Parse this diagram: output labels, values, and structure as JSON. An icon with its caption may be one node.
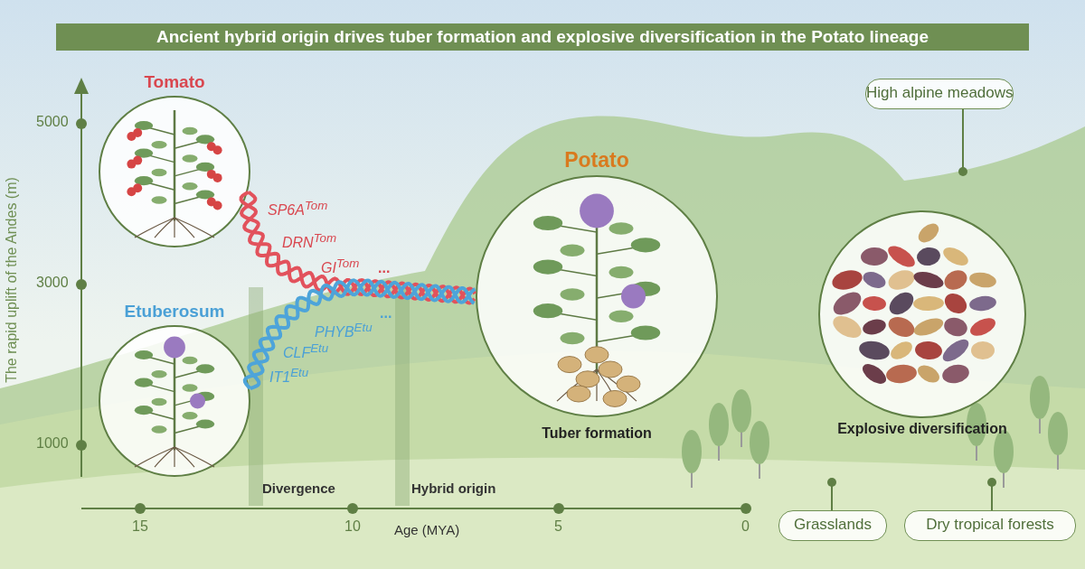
{
  "diagram": {
    "title": "Ancient hybrid origin drives tuber formation and explosive diversification in the Potato lineage",
    "nodes": [
      {
        "text": [
          "Tomato"
        ]
      },
      {
        "text": [
          "Etuberosum"
        ]
      },
      {
        "text": [
          "Potato",
          "Tuber formation"
        ]
      },
      {
        "text": [
          "Explosive diversification"
        ]
      },
      {
        "text": [
          "High alpine meadows"
        ]
      },
      {
        "text": [
          "Grasslands"
        ]
      },
      {
        "text": [
          "Dry tropical forests"
        ]
      }
    ],
    "edges": [
      {
        "from": 0,
        "to": 2,
        "arrow": "none",
        "style": "thick",
        "color": "#e2525c"
      },
      {
        "from": 1,
        "to": 2,
        "arrow": "none",
        "style": "thick",
        "color": "#4da4da"
      },
      {
        "from": 4,
        "to": null,
        "arrow": "other"
      },
      {
        "from": 5,
        "to": null,
        "arrow": "other"
      },
      {
        "from": 6,
        "to": null,
        "arrow": "other"
      }
    ],
    "labels": [
      "5000",
      "3000",
      "1000",
      "The rapid uplift of the Andes (m)",
      "SP6A$^{Tom}$",
      "DRN$^{Tom}$",
      "GI$^{Tom}$",
      "...",
      "PHYB$^{Etu}$",
      "CLF$^{Etu}$",
      "IT1$^{Etu}$",
      "...",
      "Divergence",
      "Hybrid origin",
      "15",
      "10",
      "5",
      "0",
      "Age (MYA)"
    ]
  }
}
